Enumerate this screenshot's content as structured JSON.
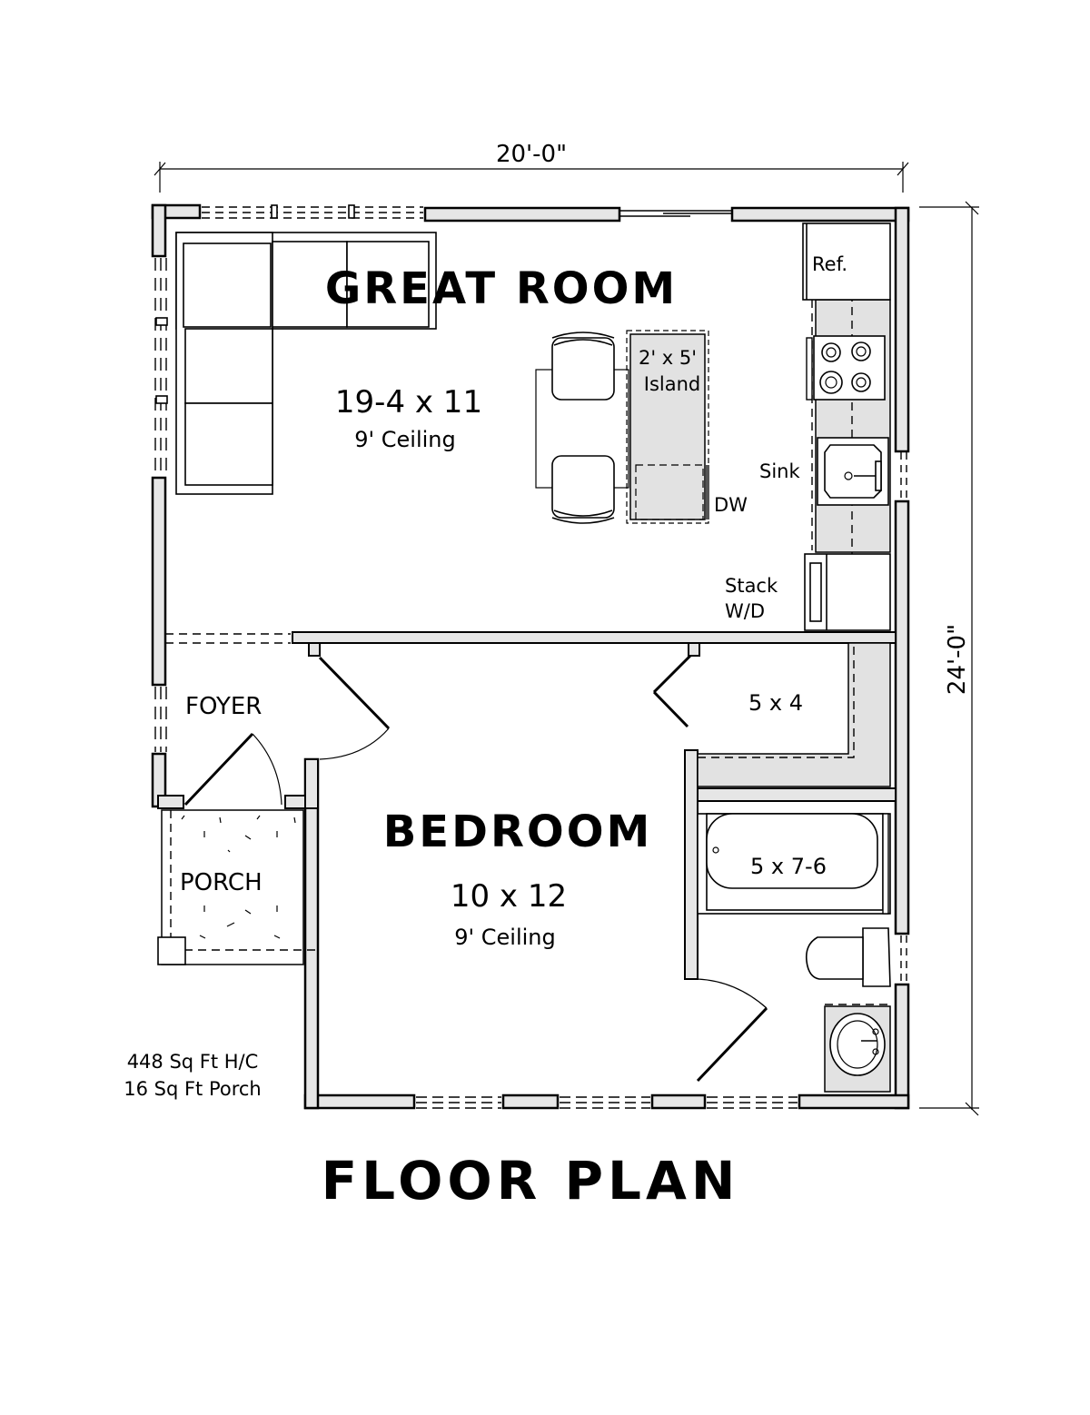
{
  "title": "FLOOR PLAN",
  "dimensions": {
    "width": "20'-0\"",
    "depth": "24'-0\""
  },
  "rooms": {
    "great_room": {
      "name": "GREAT ROOM",
      "size": "19-4 x 11",
      "ceiling": "9' Ceiling"
    },
    "bedroom": {
      "name": "BEDROOM",
      "size": "10 x 12",
      "ceiling": "9' Ceiling"
    },
    "foyer": {
      "name": "FOYER"
    },
    "porch": {
      "name": "PORCH"
    },
    "closet": {
      "size": "5 x 4"
    },
    "bath": {
      "size": "5 x 7-6"
    }
  },
  "fixtures": {
    "refrigerator": "Ref.",
    "island_size": "2' x 5'",
    "island": "Island",
    "sink": "Sink",
    "dishwasher": "DW",
    "stack_wd_line1": "Stack",
    "stack_wd_line2": "W/D"
  },
  "area": {
    "heated": "448 Sq Ft H/C",
    "porch": "16 Sq Ft Porch"
  }
}
